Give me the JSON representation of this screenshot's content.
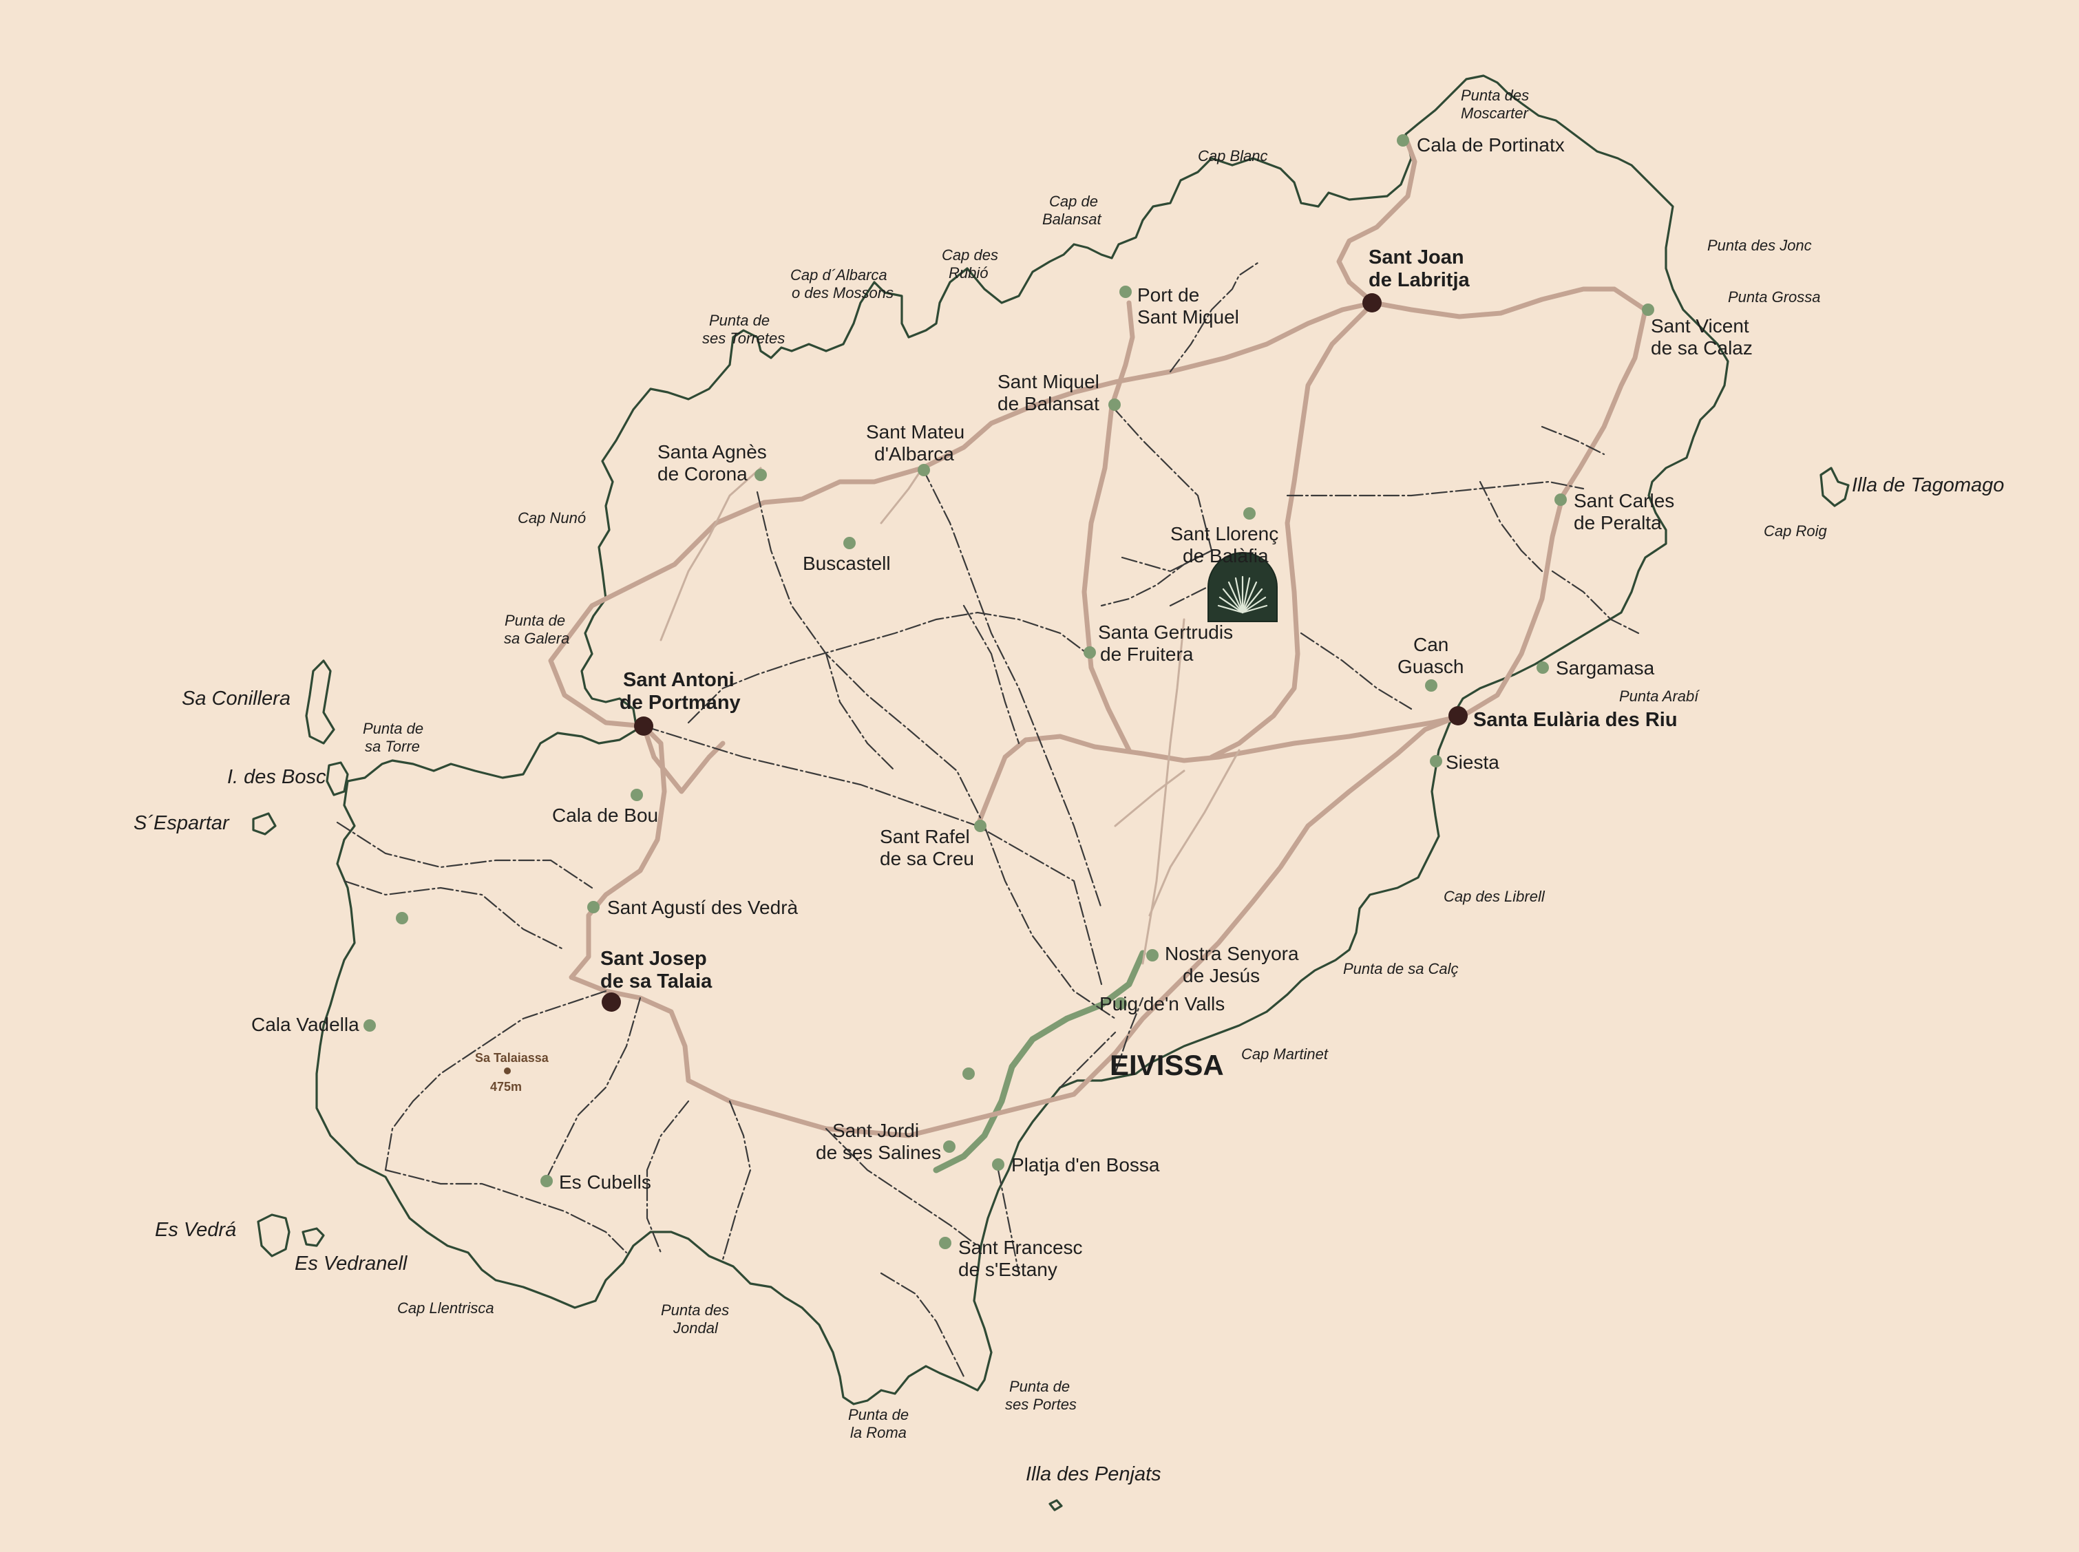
{
  "colors": {
    "background": "#f5e4d2",
    "coast": "#2f4a35",
    "main_road": "#c4a493",
    "town_dot": "#7e9b72",
    "major_dot": "#3a1e1c",
    "logo_fill": "#26392c"
  },
  "capital": {
    "name": "EIVISSA"
  },
  "major_towns": [
    {
      "name": "Sant Antoni",
      "name2": "de Portmany"
    },
    {
      "name": "Sant Joan",
      "name2": "de Labritja"
    },
    {
      "name": "Sant Josep",
      "name2": "de sa Talaia"
    },
    {
      "name": "Santa Eulària des Riu",
      "name2": ""
    }
  ],
  "towns": [
    {
      "name": "Cala de Portinatx",
      "name2": ""
    },
    {
      "name": "Port de",
      "name2": "Sant Miquel"
    },
    {
      "name": "Sant Vicent",
      "name2": "de sa Calaz"
    },
    {
      "name": "Sant Miquel",
      "name2": "de Balansat"
    },
    {
      "name": "Sant Mateu",
      "name2": "d'Albarca"
    },
    {
      "name": "Santa Agnès",
      "name2": "de Corona"
    },
    {
      "name": "Sant Llorenç",
      "name2": "de Balàfia"
    },
    {
      "name": "Sant Carles",
      "name2": "de Peralta"
    },
    {
      "name": "Buscastell",
      "name2": ""
    },
    {
      "name": "Santa Gertrudis",
      "name2": "de Fruitera"
    },
    {
      "name": "Can",
      "name2": "Guasch"
    },
    {
      "name": "Sargamasa",
      "name2": ""
    },
    {
      "name": "Siesta",
      "name2": ""
    },
    {
      "name": "Cala de Bou",
      "name2": ""
    },
    {
      "name": "Sant Rafel",
      "name2": "de sa Creu"
    },
    {
      "name": "Sant Agustí des Vedrà",
      "name2": ""
    },
    {
      "name": "Nostra Senyora",
      "name2": "de Jesús"
    },
    {
      "name": "Puig de'n Valls",
      "name2": ""
    },
    {
      "name": "Cala Vadella",
      "name2": ""
    },
    {
      "name": "Sant Jordi",
      "name2": "de ses Salines"
    },
    {
      "name": "Platja d'en Bossa",
      "name2": ""
    },
    {
      "name": "Es Cubells",
      "name2": ""
    },
    {
      "name": "Sant Francesc",
      "name2": "de s'Estany"
    }
  ],
  "capes": [
    {
      "name": "Punta des",
      "name2": "Moscarter"
    },
    {
      "name": "Cap Blanc",
      "name2": ""
    },
    {
      "name": "Cap de",
      "name2": "Balansat"
    },
    {
      "name": "Cap des",
      "name2": "Rubió"
    },
    {
      "name": "Cap d´Albarca",
      "name2": "o des Mossons"
    },
    {
      "name": "Punta de",
      "name2": "ses Torretes"
    },
    {
      "name": "Punta des Jonc",
      "name2": ""
    },
    {
      "name": "Punta Grossa",
      "name2": ""
    },
    {
      "name": "Cap Roig",
      "name2": ""
    },
    {
      "name": "Cap Nunó",
      "name2": ""
    },
    {
      "name": "Punta de",
      "name2": "sa Galera"
    },
    {
      "name": "Punta Arabí",
      "name2": ""
    },
    {
      "name": "Punta de",
      "name2": "sa Torre"
    },
    {
      "name": "Cap des Librell",
      "name2": ""
    },
    {
      "name": "Punta de sa Calç",
      "name2": ""
    },
    {
      "name": "Cap Martinet",
      "name2": ""
    },
    {
      "name": "Cap Llentrisca",
      "name2": ""
    },
    {
      "name": "Punta des",
      "name2": "Jondal"
    },
    {
      "name": "Punta de",
      "name2": "ses Portes"
    },
    {
      "name": "Punta de",
      "name2": "la Roma"
    }
  ],
  "islets": [
    {
      "name": "Illa de Tagomago"
    },
    {
      "name": "Sa Conillera"
    },
    {
      "name": "I. des Bosc"
    },
    {
      "name": "S´Espartar"
    },
    {
      "name": "Es Vedrá"
    },
    {
      "name": "Es Vedranell"
    },
    {
      "name": "Illa des Penjats"
    }
  ],
  "peak": {
    "name": "Sa Talaiassa",
    "elevation": "475m"
  },
  "logo": {
    "icon": "palm-leaf-icon"
  }
}
